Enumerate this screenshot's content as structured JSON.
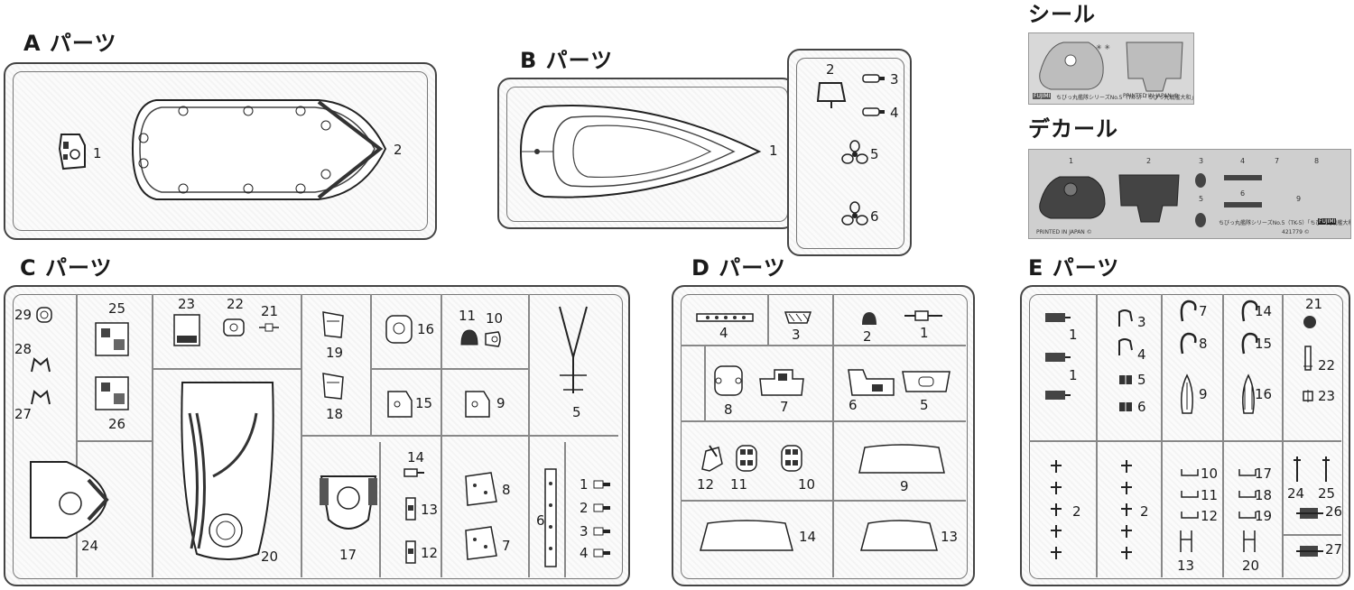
{
  "titles": {
    "a": "A パーツ",
    "b": "B パーツ",
    "c": "C パーツ",
    "d": "D パーツ",
    "e": "E パーツ",
    "seal": "シール",
    "decal": "デカール"
  },
  "labels": {
    "a1": "1",
    "a2": "2",
    "b1": "1",
    "b2": "2",
    "b3": "3",
    "b4": "4",
    "b5": "5",
    "b6": "6",
    "c1": "1",
    "c2": "2",
    "c3": "3",
    "c4": "4",
    "c5": "5",
    "c6": "6",
    "c7": "7",
    "c8": "8",
    "c9": "9",
    "c10": "10",
    "c11": "11",
    "c12": "12",
    "c13": "13",
    "c14": "14",
    "c15": "15",
    "c16": "16",
    "c17": "17",
    "c18": "18",
    "c19": "19",
    "c20": "20",
    "c21": "21",
    "c22": "22",
    "c23": "23",
    "c24": "24",
    "c25": "25",
    "c26": "26",
    "c27": "27",
    "c28": "28",
    "c29": "29",
    "d1": "1",
    "d2": "2",
    "d3": "3",
    "d4": "4",
    "d5": "5",
    "d6": "6",
    "d7": "7",
    "d8": "8",
    "d9": "9",
    "d10": "10",
    "d11": "11",
    "d12": "12",
    "d13": "13",
    "d14": "14",
    "e1a": "1",
    "e1b": "1",
    "e2a": "2",
    "e2b": "2",
    "e3": "3",
    "e4": "4",
    "e5": "5",
    "e6": "6",
    "e7": "7",
    "e8": "8",
    "e9": "9",
    "e10": "10",
    "e11": "11",
    "e12": "12",
    "e13": "13",
    "e14": "14",
    "e15": "15",
    "e16": "16",
    "e17": "17",
    "e18": "18",
    "e19": "19",
    "e20": "20",
    "e21": "21",
    "e22": "22",
    "e23": "23",
    "e24": "24",
    "e25": "25",
    "e26": "26",
    "e27": "27"
  },
  "decal": {
    "numbers": [
      "1",
      "2",
      "3",
      "4",
      "5",
      "6",
      "7",
      "8",
      "9"
    ],
    "footer_left": "PRINTED IN JAPAN ©",
    "footer_center": "ちびっ丸艦隊シリーズNo.5（TK-5）「ちびっ丸戦艦大和」",
    "footer_right": "421779 ©",
    "brand": "FUJIMI"
  },
  "seal": {
    "footer_left": "ちびっ丸艦隊シリーズNo.5（TK-5）「ちびっ丸戦艦大和」",
    "footer_right": "PRINTED IN JAPAN ©",
    "brand": "FUJIMI"
  }
}
